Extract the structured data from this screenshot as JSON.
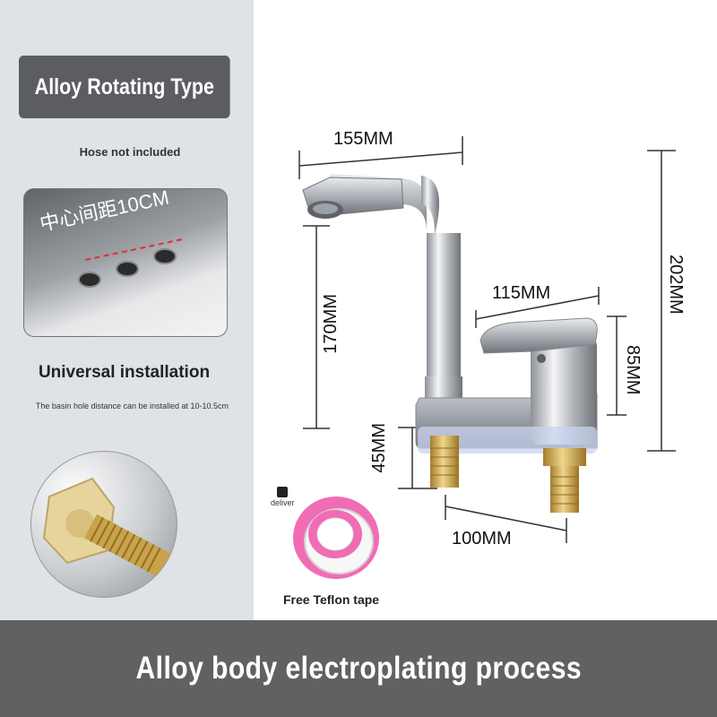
{
  "badge": {
    "label": "Alloy Rotating Type"
  },
  "hose_note": "Hose not included",
  "basin": {
    "label": "中心间距10CM"
  },
  "universal": {
    "title": "Universal installation",
    "subtitle": "The basin hole distance can be installed at 10-10.5cm"
  },
  "dimensions": {
    "top_width": "155MM",
    "spout_height": "170MM",
    "handle_width": "115MM",
    "total_height": "202MM",
    "body_height": "85MM",
    "shank_length": "45MM",
    "hole_distance": "100MM"
  },
  "accessory": {
    "deliver": "deliver",
    "label": "Free Teflon tape",
    "tape_color": "#f06cb4"
  },
  "footer": {
    "text": "Alloy body electroplating process"
  },
  "colors": {
    "panel": "#dfe2e6",
    "badge": "#5b5d61",
    "footer": "#606163",
    "brass": "#c9a24a",
    "chrome": "#c8ccd1"
  }
}
